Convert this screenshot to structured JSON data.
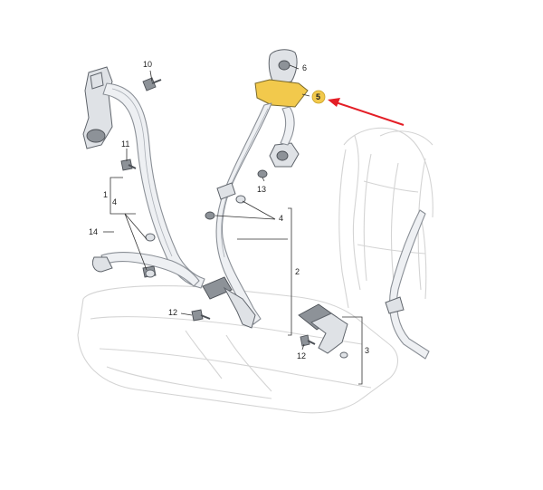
{
  "diagram": {
    "highlight_color": "#f2c94c",
    "arrow_color": "#e41e26",
    "callouts": {
      "c1": "1",
      "c2": "2",
      "c3": "3",
      "c4a": "4",
      "c4b": "4",
      "c5": "5",
      "c6": "6",
      "c10": "10",
      "c11": "11",
      "c12a": "12",
      "c12b": "12",
      "c13": "13",
      "c14": "14"
    }
  }
}
